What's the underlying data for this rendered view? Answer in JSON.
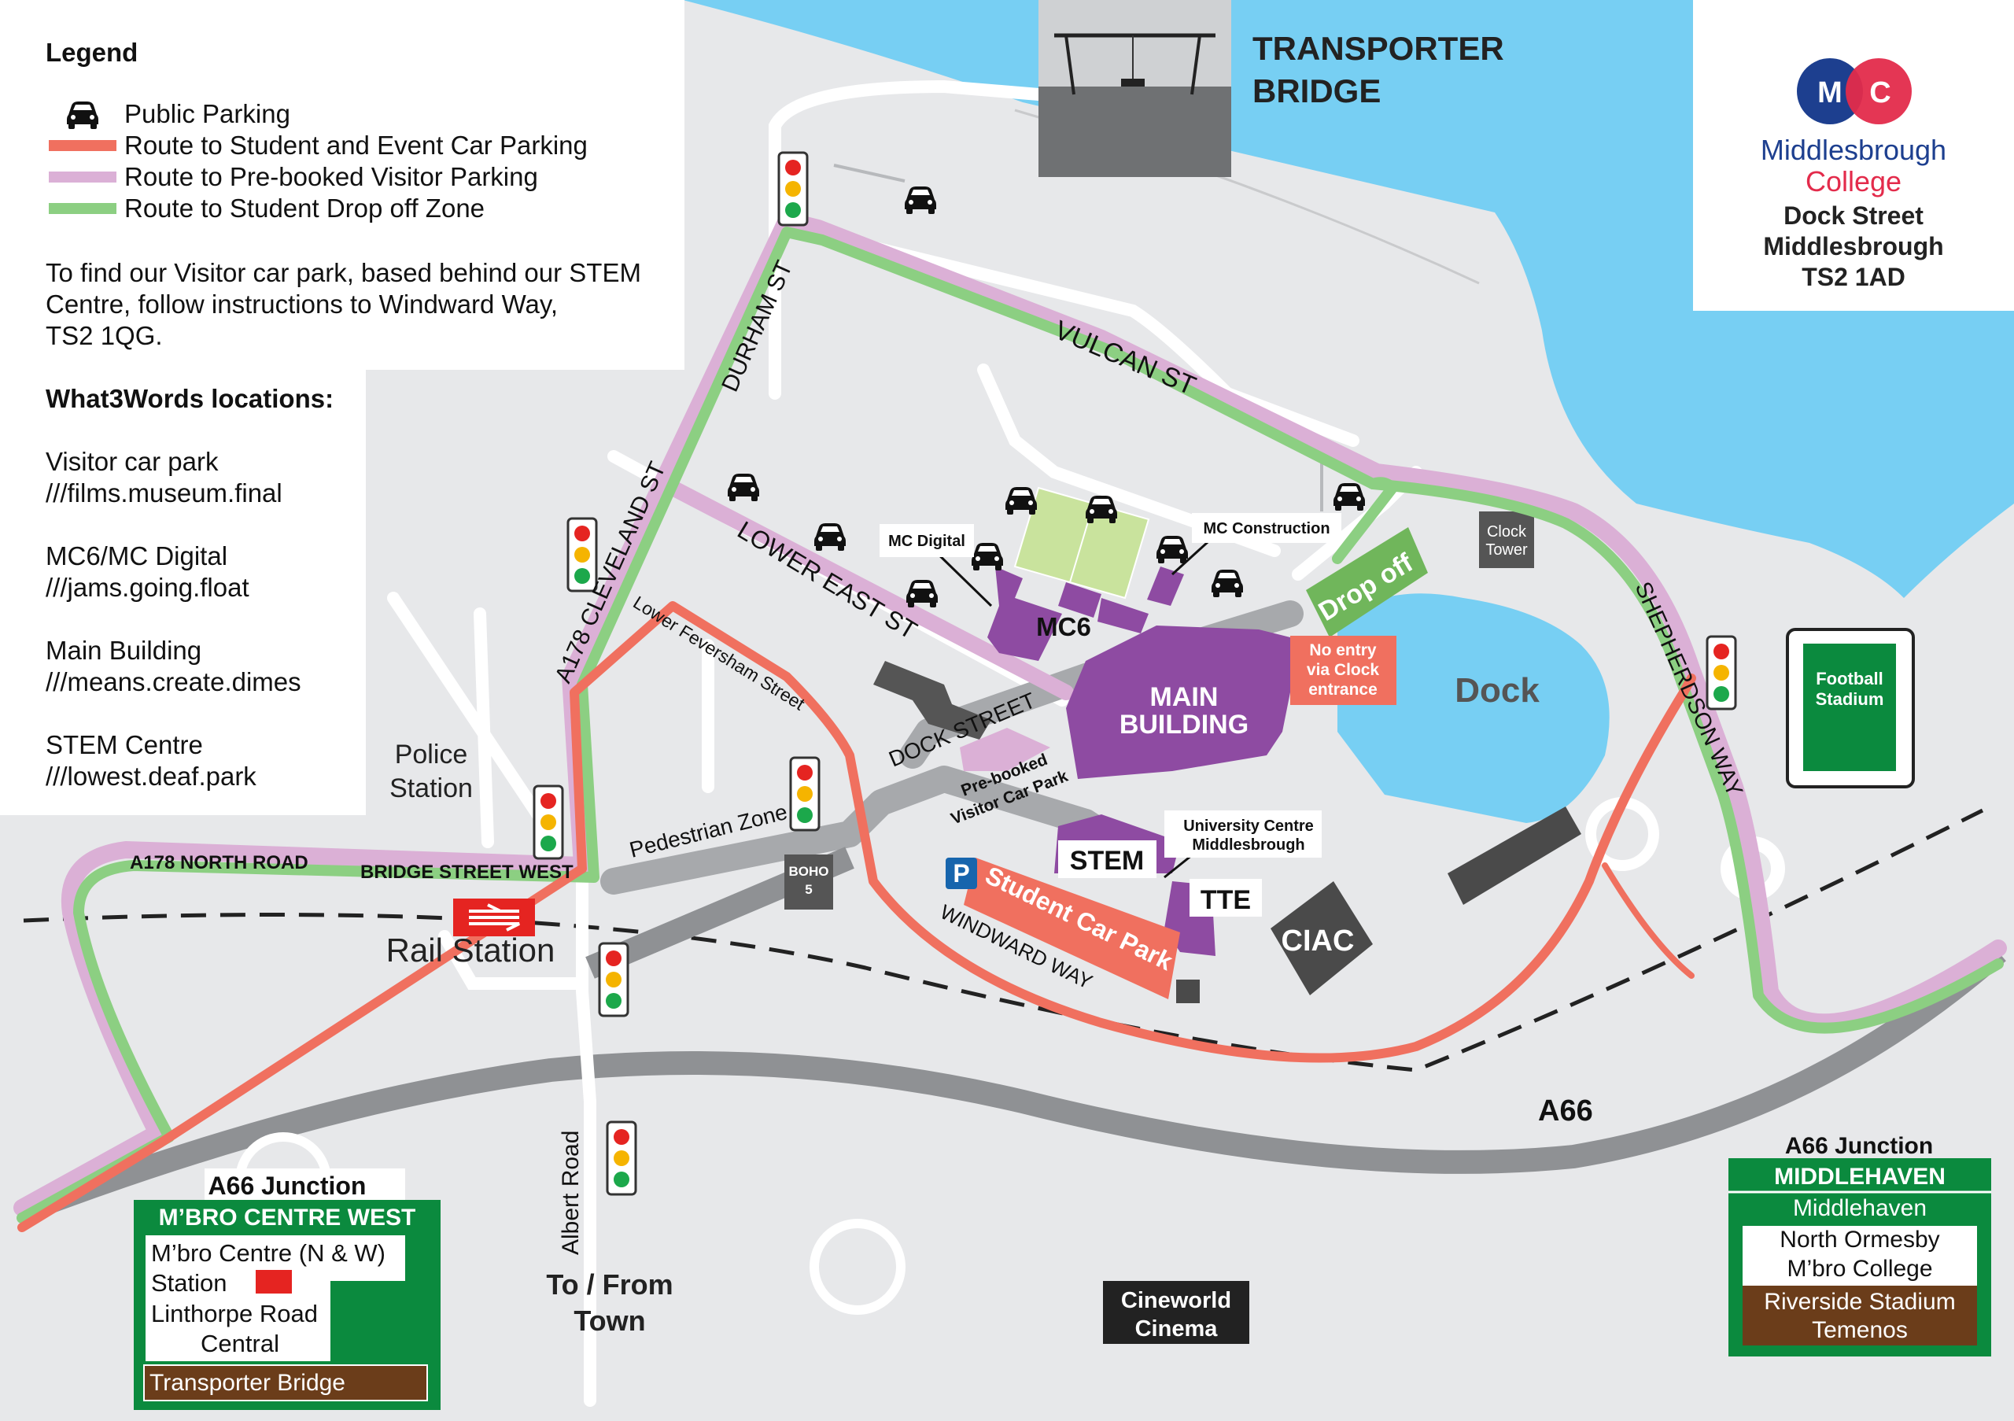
{
  "legend": {
    "title": "Legend",
    "items": [
      {
        "label": "Public Parking",
        "icon": "car-icon"
      },
      {
        "label": "Route to Student and Event Car Parking",
        "color": "#f0705f"
      },
      {
        "label": "Route to Pre-booked Visitor Parking",
        "color": "#dbb0d6"
      },
      {
        "label": "Route to Student Drop off Zone",
        "color": "#8ccf82"
      }
    ],
    "instructions": [
      "To find our Visitor car park, based behind our STEM",
      "Centre, follow instructions to Windward Way,",
      "TS2 1QG."
    ],
    "w3w_title": "What3Words locations:",
    "w3w": [
      {
        "name": "Visitor car park",
        "code": "///films.museum.final"
      },
      {
        "name": "MC6/MC Digital",
        "code": "///jams.going.float"
      },
      {
        "name": "Main Building",
        "code": "///means.create.dimes"
      },
      {
        "name": "STEM Centre",
        "code": "///lowest.deaf.park"
      }
    ]
  },
  "college": {
    "logo_m": "M",
    "logo_c": "C",
    "name1": "Middlesbrough",
    "name2": "College",
    "address": [
      "Dock Street",
      "Middlesbrough",
      "TS2 1AD"
    ]
  },
  "landmarks": {
    "transporter": [
      "TRANSPORTER",
      "BRIDGE"
    ],
    "dock": "Dock",
    "clock_tower": [
      "Clock",
      "Tower"
    ],
    "football": [
      "Football",
      "Stadium"
    ],
    "police": [
      "Police",
      "Station"
    ],
    "rail": "Rail Station",
    "boho": [
      "BOHO",
      "5"
    ],
    "ciac": "CIAC",
    "cineworld": [
      "Cineworld",
      "Cinema"
    ],
    "to_from_town": [
      "To / From",
      "Town"
    ]
  },
  "buildings": {
    "main": [
      "MAIN",
      "BUILDING"
    ],
    "mc6": "MC6",
    "stem": "STEM",
    "tte": "TTE",
    "mc_digital": "MC Digital",
    "mc_construction": "MC Construction",
    "university_centre": [
      "University Centre",
      "Middlesbrough"
    ],
    "no_entry": [
      "No entry",
      "via Clock",
      "entrance"
    ],
    "drop_off": "Drop off",
    "visitor_park": [
      "Pre-booked",
      "Visitor Car Park"
    ],
    "student_park": "Student Car Park",
    "p_symbol": "P"
  },
  "streets": {
    "durham": "DURHAM ST",
    "cleveland": "A178 CLEVELAND ST",
    "vulcan": "VULCAN ST",
    "lower_east": "LOWER EAST ST",
    "lower_feversham": "Lower Feversham Street",
    "dock_street": "DOCK STREET",
    "shepherdson": "SHEPHERDSON WAY",
    "windward": "WINDWARD WAY",
    "pedestrian": "Pedestrian Zone",
    "north_road": "A178  NORTH ROAD",
    "bridge_street": "BRIDGE STREET WEST",
    "albert": "Albert Road",
    "a66": "A66"
  },
  "signs": {
    "west": {
      "heading": "A66 Junction",
      "title": "M’BRO CENTRE WEST",
      "lines": [
        "M’bro Centre (N & W)",
        "Station",
        "Linthorpe Road",
        "Central"
      ],
      "brown": "Transporter Bridge"
    },
    "east": {
      "heading": "A66 Junction",
      "title": "MIDDLEHAVEN",
      "green": "Middlehaven",
      "lines": [
        "North Ormesby",
        "M’bro College"
      ],
      "brown": [
        "Riverside Stadium",
        "Temenos"
      ]
    }
  },
  "colors": {
    "water": "#77cff3",
    "road": "#a7a9ac",
    "purple": "#8e4ba2",
    "route_red": "#f0705f",
    "route_pink": "#dbb0d6",
    "route_green": "#8ccf82",
    "sign_green": "#0b8a3e",
    "sign_brown": "#6b3d1a",
    "logo_blue": "#1d3f8f",
    "logo_red": "#e32b4b"
  }
}
